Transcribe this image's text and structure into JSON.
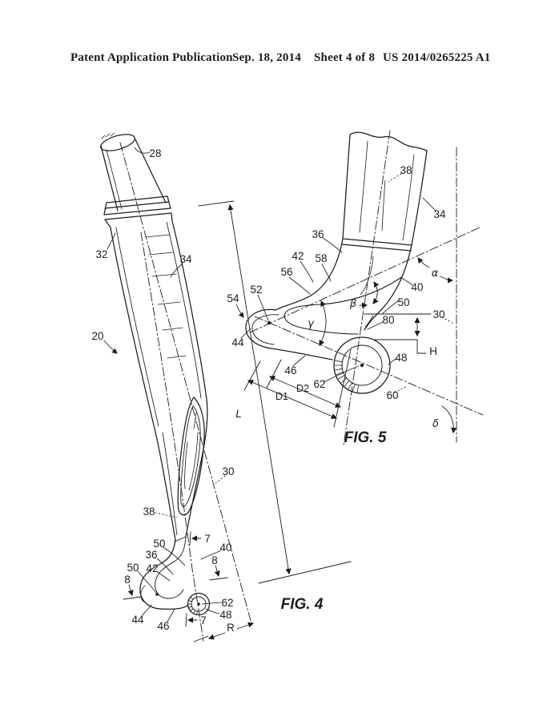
{
  "header": {
    "publication": "Patent Application Publication",
    "date": "Sep. 18, 2014",
    "sheet": "Sheet 4 of 8",
    "patent_number": "US 2014/0265225 A1"
  },
  "figures": {
    "fig4": {
      "caption": "FIG. 4",
      "ref_labels": {
        "n20": "20",
        "n28": "28",
        "n30": "30",
        "n32": "32",
        "n34": "34",
        "n36": "36",
        "n38": "38",
        "n40": "40",
        "n42": "42",
        "n44": "44",
        "n46": "46",
        "n48": "48",
        "n50a": "50",
        "n50b": "50",
        "n62": "62"
      },
      "dim_labels": {
        "L": "L",
        "R": "R",
        "sec7a": "7",
        "sec7b": "7",
        "sec8a": "8",
        "sec8b": "8"
      }
    },
    "fig5": {
      "caption": "FIG. 5",
      "ref_labels": {
        "n30": "30",
        "n34": "34",
        "n36": "36",
        "n38": "38",
        "n40": "40",
        "n42": "42",
        "n44": "44",
        "n46": "46",
        "n48": "48",
        "n50": "50",
        "n52": "52",
        "n54": "54",
        "n56": "56",
        "n58": "58",
        "n60": "60",
        "n62": "62",
        "n80": "80"
      },
      "dim_labels": {
        "H": "H",
        "D1": "D1",
        "D2": "D2",
        "alpha": "α",
        "beta": "β",
        "gamma": "γ",
        "delta": "δ"
      }
    }
  }
}
